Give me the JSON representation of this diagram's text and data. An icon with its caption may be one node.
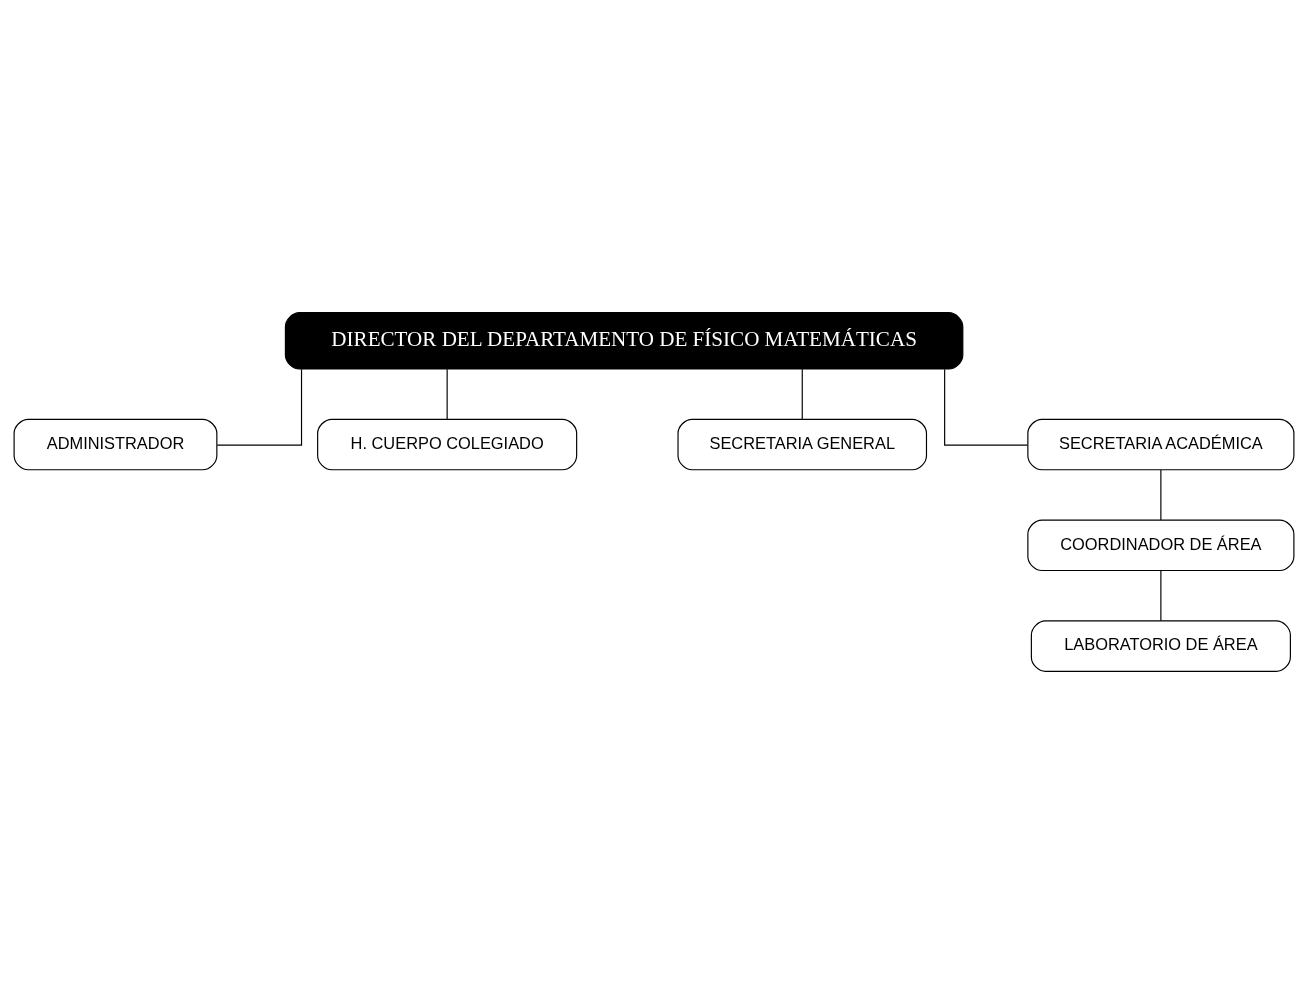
{
  "diagram": {
    "nodes": [
      {
        "text": [
          "DIRECTOR DEL DEPARTAMENTO DE FÍSICO MATEMÁTICAS"
        ]
      },
      {
        "text": [
          "ADMINISTRADOR"
        ]
      },
      {
        "text": [
          "H. CUERPO COLEGIADO"
        ]
      },
      {
        "text": [
          "SECRETARIA GENERAL"
        ]
      },
      {
        "text": [
          "SECRETARIA ACADÉMICA"
        ]
      },
      {
        "text": [
          "COORDINADOR DE ÁREA"
        ]
      },
      {
        "text": [
          "LABORATORIO DE ÁREA"
        ]
      }
    ],
    "edges": [
      {
        "from": 0,
        "to": 1,
        "arrow": "none"
      },
      {
        "from": 0,
        "to": 2,
        "arrow": "none"
      },
      {
        "from": 0,
        "to": 3,
        "arrow": "none"
      },
      {
        "from": 0,
        "to": 4,
        "arrow": "none"
      },
      {
        "from": 4,
        "to": 5,
        "arrow": "none"
      },
      {
        "from": 5,
        "to": 6,
        "arrow": "none"
      }
    ]
  }
}
